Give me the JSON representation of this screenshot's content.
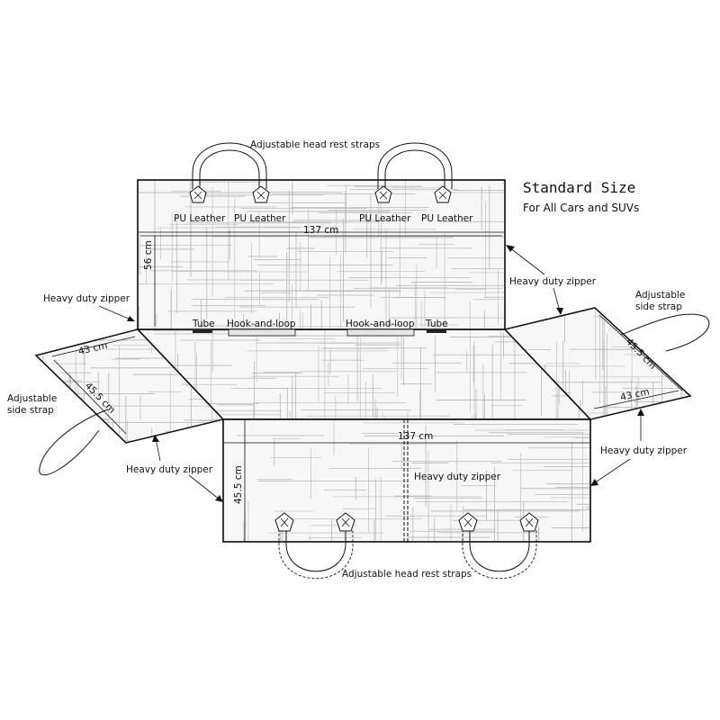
{
  "title": "Standard Size",
  "subtitle": "For All Cars and SUVs",
  "labels": {
    "straps_top": "Adjustable head rest straps",
    "straps_bottom": "Adjustable head rest straps",
    "pu_leather_1": "PU Leather",
    "pu_leather_2": "PU Leather",
    "pu_leather_3": "PU Leather",
    "pu_leather_4": "PU Leather",
    "tube_left": "Tube",
    "tube_right": "Tube",
    "hook_loop_left": "Hook-and-loop",
    "hook_loop_right": "Hook-and-loop",
    "zipper_left": "Heavy duty zipper",
    "zipper_right_top": "Heavy duty zipper",
    "zipper_right_bottom": "Heavy duty zipper",
    "zipper_bottom_left": "Heavy duty zipper",
    "zipper_center": "Heavy duty zipper",
    "side_strap_left_1": "Adjustable",
    "side_strap_left_2": "side strap",
    "side_strap_right_1": "Adjustable",
    "side_strap_right_2": "side strap"
  },
  "dimensions": {
    "top_width": "137 cm",
    "top_height": "56 cm",
    "bottom_width": "137 cm",
    "bottom_height": "45.5 cm",
    "left_flap_width": "43 cm",
    "left_flap_length": "45.5 cm",
    "right_flap_width": "43 cm",
    "right_flap_length": "45.5 cm"
  }
}
